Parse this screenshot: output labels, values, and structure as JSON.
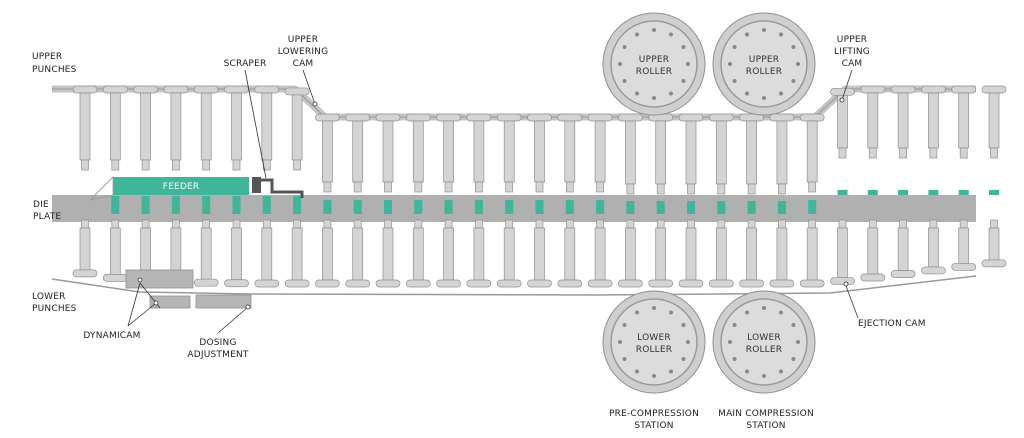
{
  "labels": {
    "upper_punches": [
      "UPPER",
      "PUNCHES"
    ],
    "upper_lowering_cam": [
      "UPPER",
      "LOWERING",
      "CAM"
    ],
    "scraper": [
      "SCRAPER"
    ],
    "upper_lifting_cam": [
      "UPPER",
      "LIFTING",
      "CAM"
    ],
    "die_plate": [
      "DIE",
      "PLATE"
    ],
    "feeder": "FEEDER",
    "lower_punches": [
      "LOWER",
      "PUNCHES"
    ],
    "dynamicam": [
      "DYNAMICAM"
    ],
    "dosing_adjustment": [
      "DOSING",
      "ADJUSTMENT"
    ],
    "ejection_cam": [
      "EJECTION CAM"
    ],
    "pre_compression_station": [
      "PRE-COMPRESSION",
      "STATION"
    ],
    "main_compression_station": [
      "MAIN COMPRESSION",
      "STATION"
    ]
  },
  "rollers": {
    "upper_1": [
      "UPPER",
      "ROLLER"
    ],
    "upper_2": [
      "UPPER",
      "ROLLER"
    ],
    "lower_1": [
      "LOWER",
      "ROLLER"
    ],
    "lower_2": [
      "LOWER",
      "ROLLER"
    ]
  },
  "colors": {
    "punch_fill": "#d4d4d4",
    "punch_stroke": "#8f8f8f",
    "track": "#bdbdbd",
    "die_plate": "#b0b0b0",
    "teal": "#3fb59a",
    "leader": "#333333"
  },
  "punch_count": 31
}
